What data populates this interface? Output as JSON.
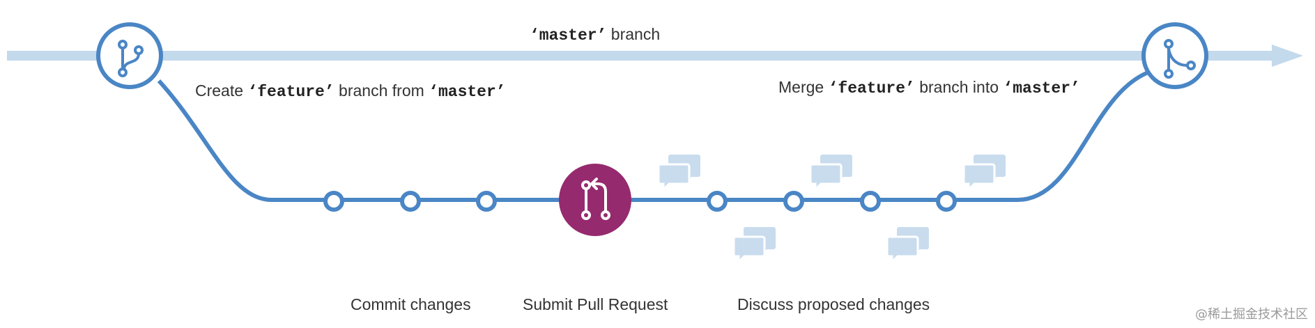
{
  "colors": {
    "master_line": "#c3d9ec",
    "feature_line": "#4a86c5",
    "pull_request": "#952a6e",
    "bubble": "#c9dcee",
    "text": "#333333"
  },
  "labels": {
    "master": {
      "quote_code": "‘master’",
      "rest": " branch"
    },
    "create": {
      "pre": "Create ",
      "code1": "‘feature’",
      "mid": " branch from ",
      "code2": "‘master’"
    },
    "merge": {
      "pre": "Merge ",
      "code1": "‘feature’",
      "mid": " branch into ",
      "code2": "‘master’"
    },
    "commit": "Commit changes",
    "pull_request": "Submit Pull Request",
    "discuss": "Discuss proposed changes"
  },
  "icons": {
    "branch": "git-branch-icon",
    "merge": "git-merge-icon",
    "pull_request": "git-pull-request-icon",
    "comment": "comment-bubbles-icon"
  },
  "watermark": "@稀土掘金技术社区"
}
